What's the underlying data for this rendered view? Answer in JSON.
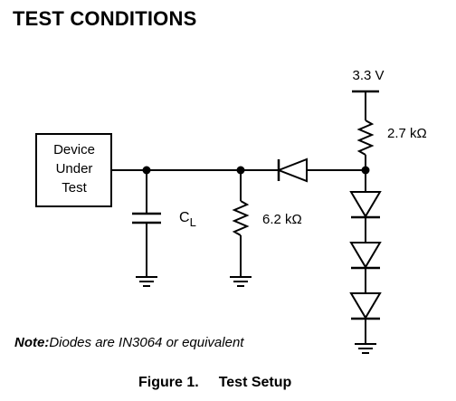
{
  "heading": "TEST CONDITIONS",
  "diagram": {
    "dut_label": [
      "Device",
      "Under",
      "Test"
    ],
    "capacitor_label": "C",
    "capacitor_subscript": "L",
    "resistor_load_label": "6.2 kΩ",
    "resistor_pullup_label": "2.7 kΩ",
    "supply_label": "3.3 V"
  },
  "note": {
    "label": "Note:",
    "text": "Diodes are IN3064 or equivalent"
  },
  "caption": {
    "number": "Figure 1.",
    "title": "Test Setup"
  }
}
